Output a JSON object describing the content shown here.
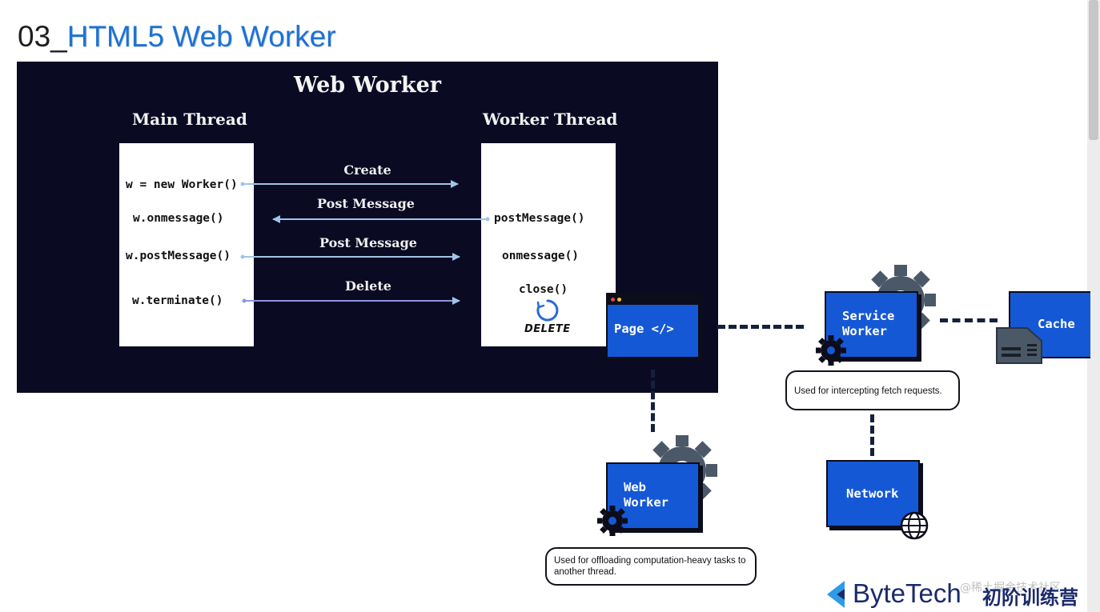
{
  "slide": {
    "number": "03_",
    "title": "HTML5 Web Worker"
  },
  "diagram_left": {
    "title": "Web Worker",
    "main_heading": "Main Thread",
    "worker_heading": "Worker Thread",
    "main_calls": [
      "w = new Worker()",
      "w.onmessage()",
      "w.postMessage()",
      "w.terminate()"
    ],
    "worker_calls": [
      "postMessage()",
      "onmessage()",
      "close()"
    ],
    "worker_delete_word": "DELETE",
    "arrows": [
      "Create",
      "Post Message",
      "Post Message",
      "Delete"
    ]
  },
  "diagram_right": {
    "page_label": "Page </>",
    "service_worker_label": "Service\nWorker",
    "cache_label": "Cache",
    "web_worker_label": "Web\nWorker",
    "network_label": "Network",
    "service_worker_note": "Used for intercepting fetch requests.",
    "web_worker_note": "Used for offloading computation-heavy tasks to another thread."
  },
  "brand": {
    "logo_text": "ByteTech",
    "program_text": "初阶训练营",
    "watermark": "@稀土掘金技术社区"
  },
  "colors": {
    "accent_blue": "#1a73d6",
    "card_blue": "#1558d6",
    "dark_background": "#0a0a23",
    "gear_gray": "#4a5868"
  }
}
